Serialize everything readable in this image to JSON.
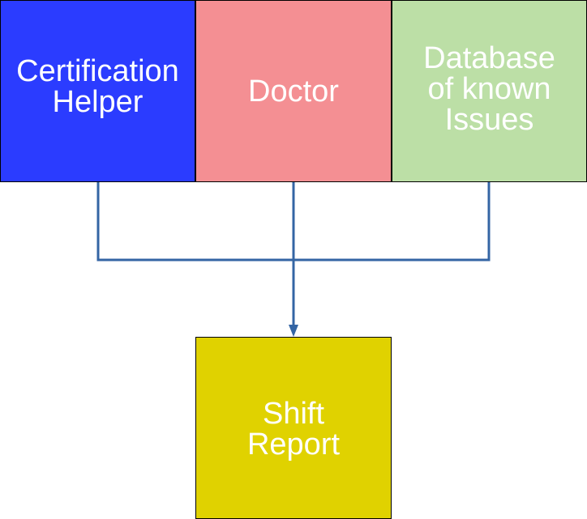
{
  "colors": {
    "certification_helper": "#2b3cff",
    "doctor": "#f48f93",
    "database": "#bcdfa6",
    "shift_report": "#e0d200",
    "connector": "#3465a4",
    "box_text": "#ffffff",
    "box_border": "#000000"
  },
  "nodes": {
    "certification_helper": {
      "lines": [
        "Certification",
        "Helper"
      ]
    },
    "doctor": {
      "lines": [
        "Doctor"
      ]
    },
    "database": {
      "lines": [
        "Database",
        "of known",
        "Issues"
      ]
    },
    "shift_report": {
      "lines": [
        "Shift",
        "Report"
      ]
    }
  },
  "edges": [
    {
      "from": "certification_helper",
      "to": "shift_report"
    },
    {
      "from": "doctor",
      "to": "shift_report"
    },
    {
      "from": "database",
      "to": "shift_report"
    }
  ]
}
